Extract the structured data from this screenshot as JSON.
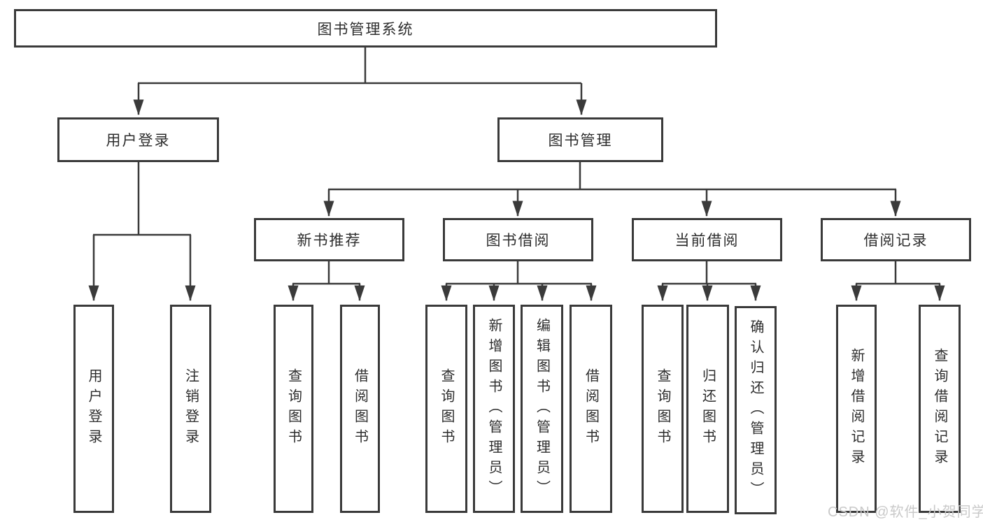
{
  "diagram": {
    "root": {
      "label": "图书管理系统"
    },
    "level2": [
      {
        "label": "用户登录"
      },
      {
        "label": "图书管理"
      }
    ],
    "level3": [
      {
        "label": "新书推荐"
      },
      {
        "label": "图书借阅"
      },
      {
        "label": "当前借阅"
      },
      {
        "label": "借阅记录"
      }
    ],
    "leaves": {
      "user_login": [
        "用户登录",
        "注销登录"
      ],
      "new_book_recommend": [
        "查询图书",
        "借阅图书"
      ],
      "book_borrow": [
        "查询图书",
        "新增图书（管理员）",
        "编辑图书（管理员）",
        "借阅图书"
      ],
      "current_borrow": [
        "查询图书",
        "归还图书",
        "确认归还（管理员）"
      ],
      "borrow_records": [
        "新增借阅记录",
        "查询借阅记录"
      ]
    },
    "colors": {
      "line": "#3a3a3a",
      "text": "#2d2d2d",
      "box_background": "#ffffff",
      "watermark": "#c9c9c9"
    },
    "watermark": {
      "text": "CSDN @软件_小贺同学"
    }
  }
}
